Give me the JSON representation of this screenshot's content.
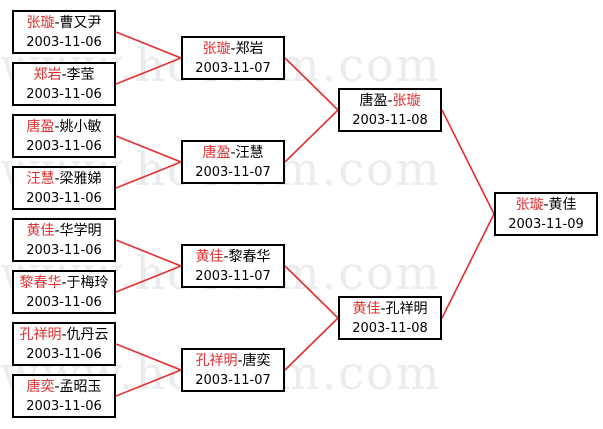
{
  "watermark": "www.hoetom.com",
  "rounds": [
    {
      "matches": [
        {
          "winner": "张璇",
          "loser": "曹又尹",
          "winner_first": true,
          "date": "2003-11-06"
        },
        {
          "winner": "郑岩",
          "loser": "李莹",
          "winner_first": true,
          "date": "2003-11-06"
        },
        {
          "winner": "唐盈",
          "loser": "姚小敏",
          "winner_first": true,
          "date": "2003-11-06"
        },
        {
          "winner": "汪慧",
          "loser": "梁雅娣",
          "winner_first": true,
          "date": "2003-11-06"
        },
        {
          "winner": "黄佳",
          "loser": "华学明",
          "winner_first": true,
          "date": "2003-11-06"
        },
        {
          "winner": "黎春华",
          "loser": "于梅玲",
          "winner_first": true,
          "date": "2003-11-06"
        },
        {
          "winner": "孔祥明",
          "loser": "仇丹云",
          "winner_first": true,
          "date": "2003-11-06"
        },
        {
          "winner": "唐奕",
          "loser": "孟昭玉",
          "winner_first": true,
          "date": "2003-11-06"
        }
      ]
    },
    {
      "matches": [
        {
          "winner": "张璇",
          "loser": "郑岩",
          "winner_first": true,
          "date": "2003-11-07"
        },
        {
          "winner": "唐盈",
          "loser": "汪慧",
          "winner_first": true,
          "date": "2003-11-07"
        },
        {
          "winner": "黄佳",
          "loser": "黎春华",
          "winner_first": true,
          "date": "2003-11-07"
        },
        {
          "winner": "孔祥明",
          "loser": "唐奕",
          "winner_first": true,
          "date": "2003-11-07"
        }
      ]
    },
    {
      "matches": [
        {
          "winner": "张璇",
          "loser": "唐盈",
          "winner_first": false,
          "date": "2003-11-08"
        },
        {
          "winner": "黄佳",
          "loser": "孔祥明",
          "winner_first": true,
          "date": "2003-11-08"
        }
      ]
    },
    {
      "matches": [
        {
          "winner": "张璇",
          "loser": "黄佳",
          "winner_first": true,
          "date": "2003-11-09"
        }
      ]
    }
  ],
  "colors": {
    "winner": "#e03030",
    "line": "#e03030",
    "border": "#000000"
  }
}
